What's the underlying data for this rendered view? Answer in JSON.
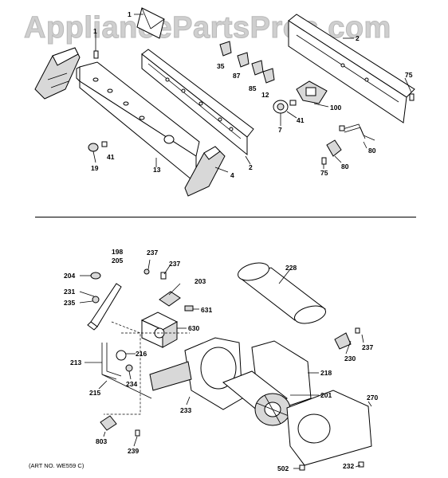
{
  "watermark": "AppliancePartsPros.com",
  "art_number": "(ART NO. WE559 C)",
  "labels": {
    "l1a": "1",
    "l1b": "1",
    "l2a": "2",
    "l2b": "2",
    "l35": "35",
    "l87": "87",
    "l85": "85",
    "l12": "12",
    "l75a": "75",
    "l100": "100",
    "l41a": "41",
    "l7": "7",
    "l80a": "80",
    "l80b": "80",
    "l75b": "75",
    "l19": "19",
    "l41b": "41",
    "l13": "13",
    "l4": "4",
    "l198": "198",
    "l205": "205",
    "l204": "204",
    "l231": "231",
    "l235": "235",
    "l237a": "237",
    "l237b": "237",
    "l203": "203",
    "l631": "631",
    "l630": "630",
    "l228": "228",
    "l237c": "237",
    "l230": "230",
    "l213": "213",
    "l216": "216",
    "l234": "234",
    "l215": "215",
    "l233": "233",
    "l218": "218",
    "l201": "201",
    "l270": "270",
    "l803": "803",
    "l239": "239",
    "l502": "502",
    "l232": "232"
  }
}
